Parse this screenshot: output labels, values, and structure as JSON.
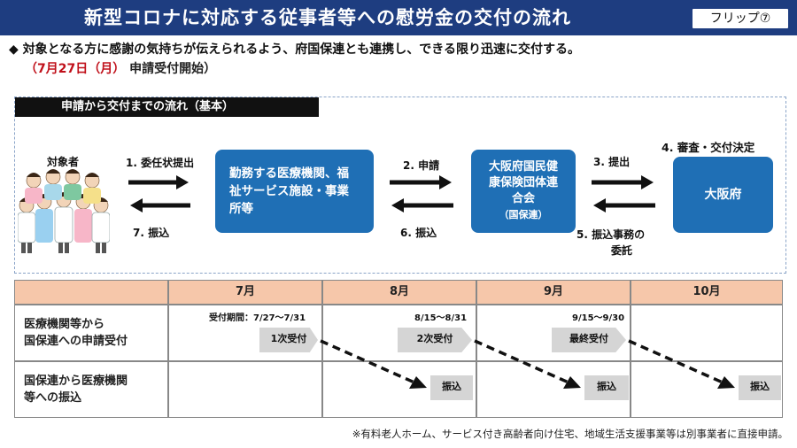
{
  "header": {
    "title": "新型コロナに対応する従事者等への慰労金の交付の流れ",
    "flip_label": "フリップ⑦"
  },
  "intro": {
    "bullet": "◆ 対象となる方に感謝の気持ちが伝えられるよう、府国保連とも連携し、できる限り迅速に交付する。",
    "date": "（7月27日（月）",
    "date_suffix": "申請受付開始）"
  },
  "flow": {
    "label": "申請から交付までの流れ（基本）",
    "target_label": "対象者",
    "step1": "1. 委任状提出",
    "step7": "7. 振込",
    "node_medical": "勤務する医療機関、福祉サービス施設・事業所等",
    "step2": "2. 申請",
    "step6": "6. 振込",
    "node_kokuho": "大阪府国民健康保険団体連合会",
    "node_kokuho_sub": "（国保連）",
    "step3": "3. 提出",
    "step5a": "5. 振込事務の",
    "step5b": "委託",
    "step4": "4. 審査・交付決定",
    "node_osaka": "大阪府"
  },
  "schedule": {
    "months": [
      "7月",
      "8月",
      "9月",
      "10月"
    ],
    "row1_label_a": "医療機関等から",
    "row1_label_b": "国保連への申請受付",
    "row2_label_a": "国保連から医療機関",
    "row2_label_b": "等への振込",
    "periods": [
      "受付期間：7/27～7/31",
      "8/15～8/31",
      "9/15～9/30"
    ],
    "accept": [
      "1次受付",
      "2次受付",
      "最終受付"
    ],
    "payment": [
      "振込",
      "振込",
      "振込"
    ]
  },
  "footnote": "※有料老人ホーム、サービス付き高齢者向け住宅、地域生活支援事業等は別事業者に直接申請。",
  "colors": {
    "header": "#1e3d80",
    "node": "#1f6fb5",
    "table_header": "#f6c7aa",
    "accent_red": "#c0101a"
  }
}
